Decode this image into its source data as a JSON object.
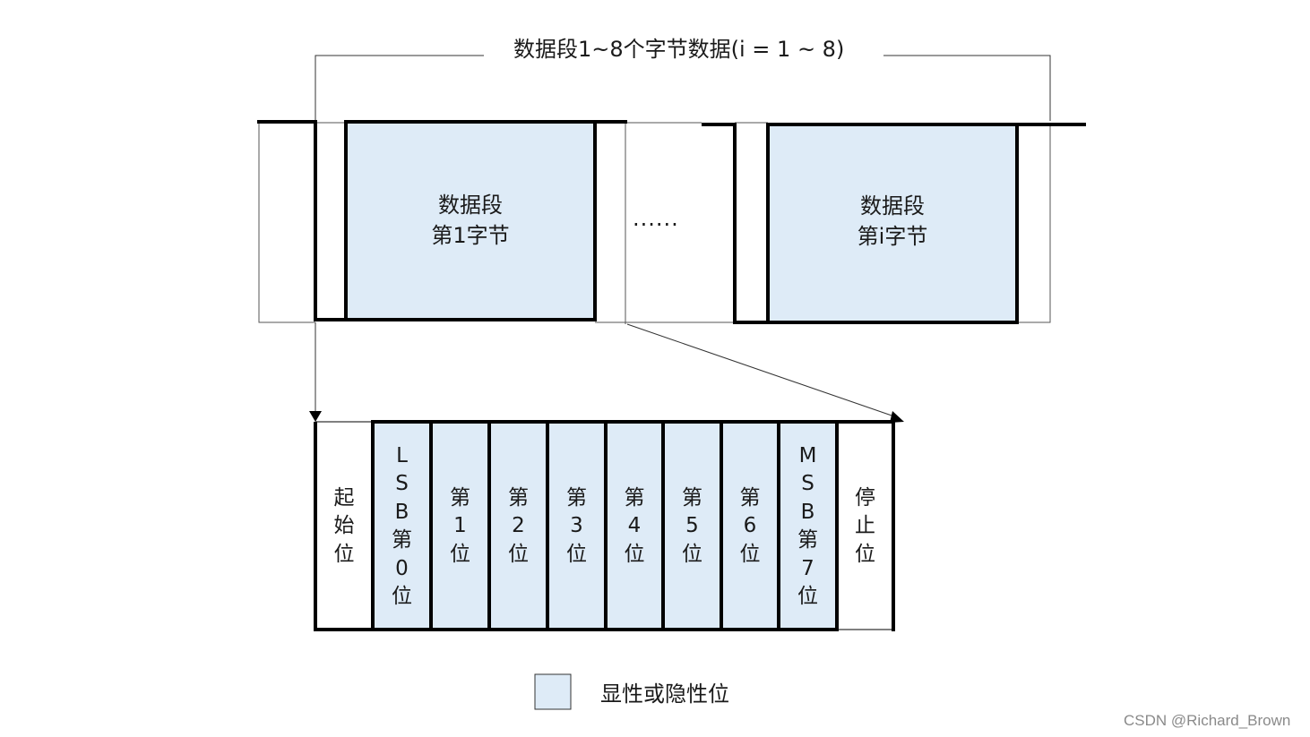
{
  "title": "数据段1~8个字节数据(i = 1 ~ 8)",
  "byte_box_1": {
    "line1": "数据段",
    "line2": "第1字节"
  },
  "ellipsis": "......",
  "byte_box_i": {
    "line1": "数据段",
    "line2": "第i字节"
  },
  "bits": [
    {
      "label": "起始位",
      "fill": false
    },
    {
      "label": "LSB第0位",
      "fill": true
    },
    {
      "label": "第1位",
      "fill": true
    },
    {
      "label": "第2位",
      "fill": true
    },
    {
      "label": "第3位",
      "fill": true
    },
    {
      "label": "第4位",
      "fill": true
    },
    {
      "label": "第5位",
      "fill": true
    },
    {
      "label": "第6位",
      "fill": true
    },
    {
      "label": "MSB第7位",
      "fill": true
    },
    {
      "label": "停止位",
      "fill": false
    }
  ],
  "legend": {
    "label": "显性或隐性位",
    "swatch_color": "#deebf7"
  },
  "colors": {
    "fill": "#deebf7",
    "line": "#000000",
    "thin_line": "#333333"
  },
  "watermark": "CSDN @Richard_Brown"
}
